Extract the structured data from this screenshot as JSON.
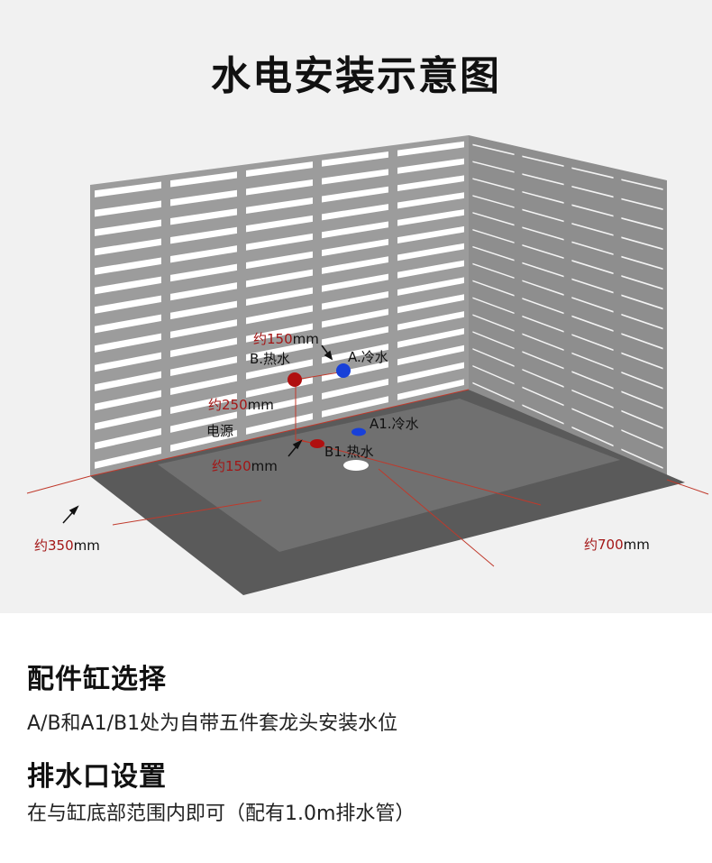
{
  "title": "水电安装示意图",
  "labels": {
    "b_hot": "B.热水",
    "a_cold": "A.冷水",
    "a1_cold": "A1.冷水",
    "b1_hot": "B1.热水",
    "power": "电源",
    "dim_150_top_num": "约150",
    "dim_150_top_unit": "mm",
    "dim_250_num": "约250",
    "dim_250_unit": "mm",
    "dim_150_bottom_num": "约150",
    "dim_150_bottom_unit": "mm",
    "dim_350_num": "约350",
    "dim_350_unit": "mm",
    "dim_700_num": "约700",
    "dim_700_unit": "mm"
  },
  "colors": {
    "hot": "#b01010",
    "cold": "#1840d8",
    "drain": "#ffffff",
    "dimension": "#c0392b"
  },
  "sections": [
    {
      "heading": "配件缸选择",
      "text": "A/B和A1/B1处为自带五件套龙头安装水位"
    },
    {
      "heading": "排水口设置",
      "text": "在与缸底部范围内即可（配有1.0m排水管）"
    }
  ]
}
